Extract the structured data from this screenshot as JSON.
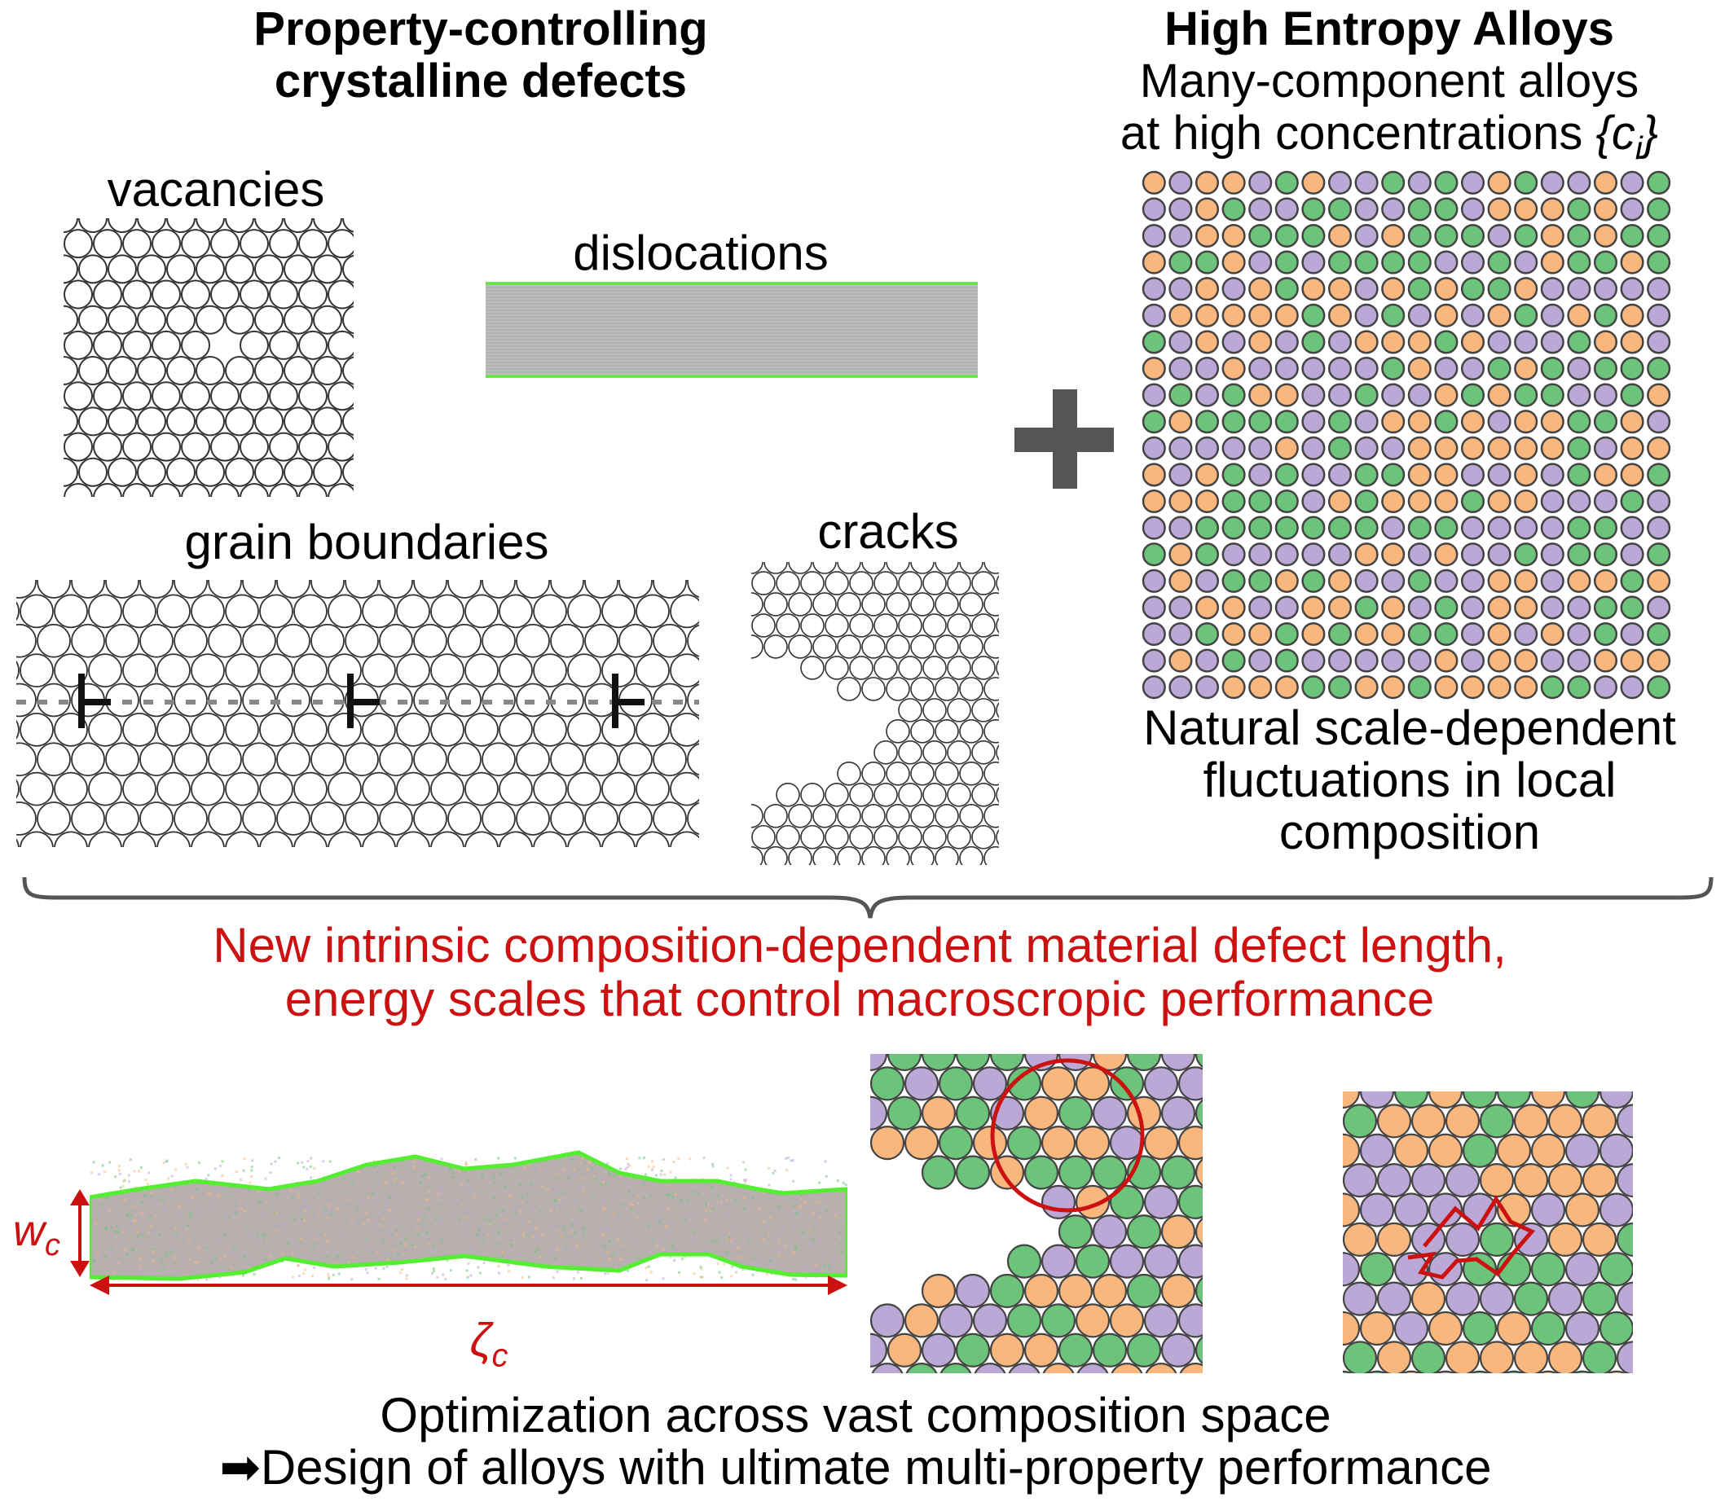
{
  "headings": {
    "left_line1": "Property-controlling",
    "left_line2": "crystalline defects",
    "right_title": "High Entropy Alloys",
    "right_line1": "Many-component alloys",
    "right_line2": "at high concentrations",
    "right_symbol": "{c",
    "right_symbol_sub": "i",
    "right_symbol_close": "}"
  },
  "defect_labels": {
    "vacancies": "vacancies",
    "dislocations": "dislocations",
    "grain_boundaries": "grain boundaries",
    "cracks": "cracks"
  },
  "operator": "+",
  "hea_caption": [
    "Natural scale-dependent",
    "fluctuations in local",
    "composition"
  ],
  "result_text": [
    "New intrinsic composition-dependent material defect length,",
    "energy scales that control macroscropic performance"
  ],
  "symbols": {
    "width_main": "w",
    "width_sub": "c",
    "length_main": "ζ",
    "length_sub": "c"
  },
  "conclusion": {
    "line1": "Optimization across vast composition space",
    "arrow": "➡",
    "line2": "Design of alloys with ultimate multi-property performance"
  },
  "colors": {
    "accent_red": "#cc1111",
    "atom_orange": "#f9b77e",
    "atom_green": "#6cc47a",
    "atom_purple": "#bba8d6",
    "atom_outline": "#444444",
    "dislocation_line": "#55ee33",
    "operator_gray": "#555555"
  }
}
